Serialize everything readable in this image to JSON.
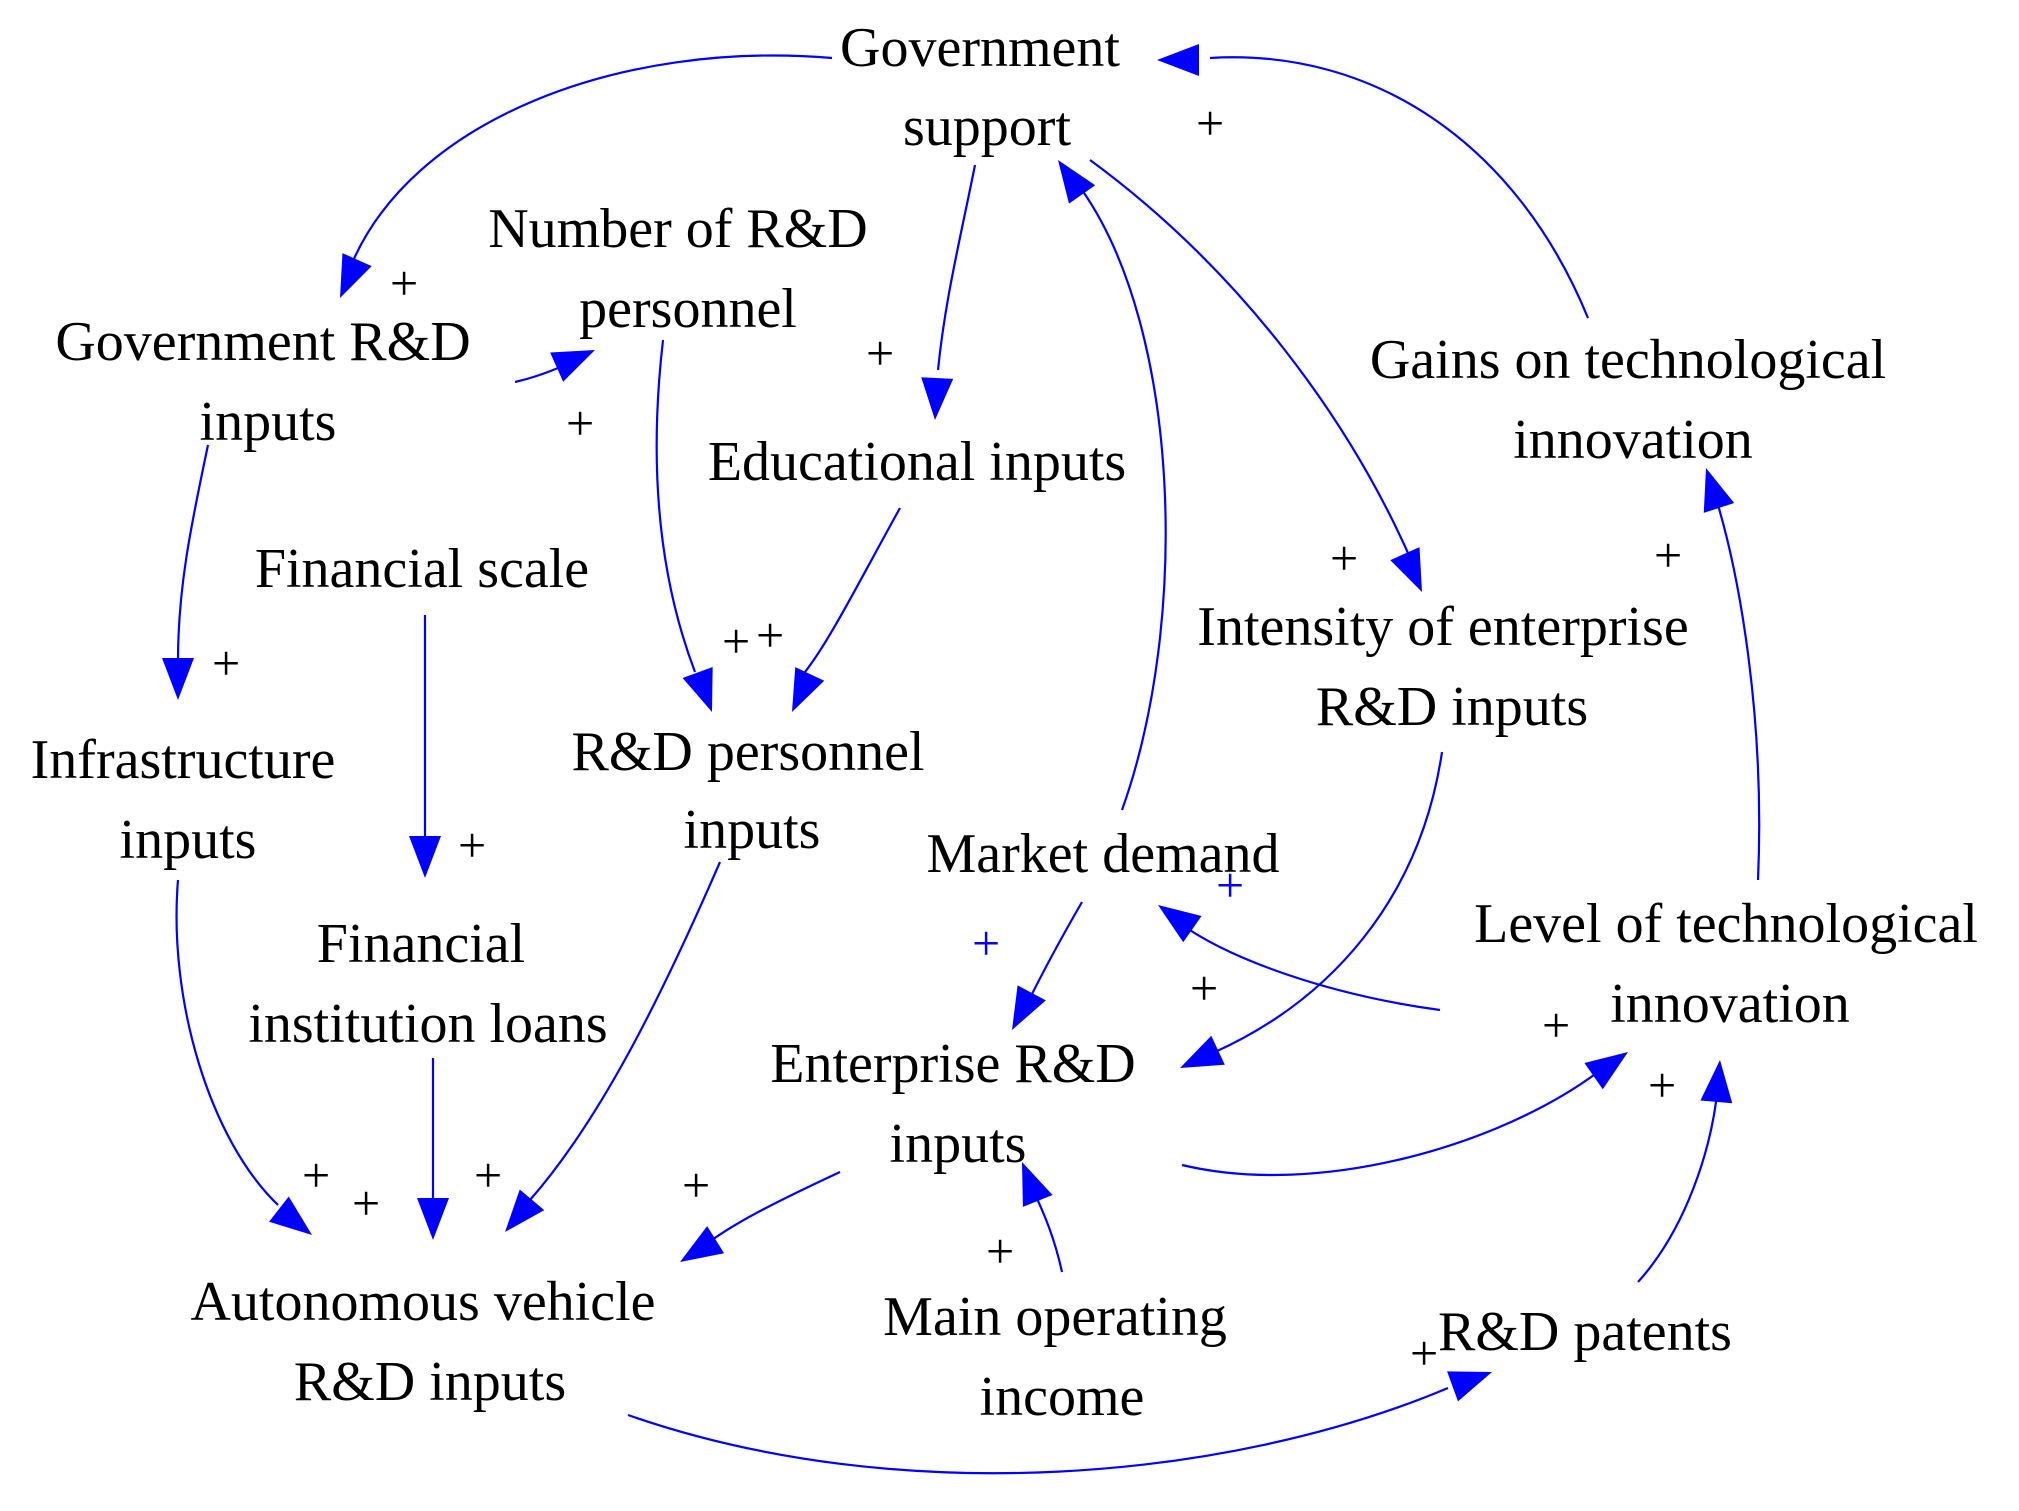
{
  "diagram": {
    "nodes": {
      "government_support": [
        "Government",
        "support"
      ],
      "government_rd_inputs": [
        "Government R&D",
        "inputs"
      ],
      "number_rd_personnel": [
        "Number of R&D",
        "personnel"
      ],
      "educational_inputs": [
        "Educational inputs"
      ],
      "financial_scale": [
        "Financial scale"
      ],
      "infrastructure_inputs": [
        "Infrastructure",
        "inputs"
      ],
      "rd_personnel_inputs": [
        "R&D personnel",
        "inputs"
      ],
      "market_demand": [
        "Market demand"
      ],
      "financial_institution_loans": [
        "Financial",
        "institution loans"
      ],
      "enterprise_rd_inputs": [
        "Enterprise R&D",
        "inputs"
      ],
      "intensity_enterprise_rd": [
        "Intensity of enterprise",
        "R&D inputs"
      ],
      "gains_tech_innovation": [
        "Gains on technological",
        "innovation"
      ],
      "level_tech_innovation": [
        "Level of technological",
        "innovation"
      ],
      "autonomous_vehicle_rd": [
        "Autonomous vehicle",
        "R&D inputs"
      ],
      "main_operating_income": [
        "Main operating",
        "income"
      ],
      "rd_patents": [
        "R&D patents"
      ]
    },
    "links": [
      {
        "from": "government_support",
        "to": "government_rd_inputs",
        "polarity": "+"
      },
      {
        "from": "gains_tech_innovation",
        "to": "government_support",
        "polarity": "+"
      },
      {
        "from": "government_support",
        "to": "educational_inputs",
        "polarity": "+"
      },
      {
        "from": "government_support",
        "to": "intensity_enterprise_rd",
        "polarity": "+"
      },
      {
        "from": "market_demand",
        "to": "government_support",
        "polarity": ""
      },
      {
        "from": "government_rd_inputs",
        "to": "number_rd_personnel",
        "polarity": "+"
      },
      {
        "from": "government_rd_inputs",
        "to": "infrastructure_inputs",
        "polarity": "+"
      },
      {
        "from": "number_rd_personnel",
        "to": "rd_personnel_inputs",
        "polarity": "+"
      },
      {
        "from": "educational_inputs",
        "to": "rd_personnel_inputs",
        "polarity": "+"
      },
      {
        "from": "financial_scale",
        "to": "financial_institution_loans",
        "polarity": "+"
      },
      {
        "from": "infrastructure_inputs",
        "to": "autonomous_vehicle_rd",
        "polarity": "+"
      },
      {
        "from": "financial_institution_loans",
        "to": "autonomous_vehicle_rd",
        "polarity": "+"
      },
      {
        "from": "rd_personnel_inputs",
        "to": "autonomous_vehicle_rd",
        "polarity": "+"
      },
      {
        "from": "enterprise_rd_inputs",
        "to": "autonomous_vehicle_rd",
        "polarity": "+"
      },
      {
        "from": "market_demand",
        "to": "enterprise_rd_inputs",
        "polarity": "+"
      },
      {
        "from": "intensity_enterprise_rd",
        "to": "enterprise_rd_inputs",
        "polarity": "+"
      },
      {
        "from": "level_tech_innovation",
        "to": "market_demand",
        "polarity": "+"
      },
      {
        "from": "main_operating_income",
        "to": "enterprise_rd_inputs",
        "polarity": "+"
      },
      {
        "from": "enterprise_rd_inputs",
        "to": "level_tech_innovation",
        "polarity": "+"
      },
      {
        "from": "rd_patents",
        "to": "level_tech_innovation",
        "polarity": "+"
      },
      {
        "from": "level_tech_innovation",
        "to": "gains_tech_innovation",
        "polarity": "+"
      },
      {
        "from": "autonomous_vehicle_rd",
        "to": "rd_patents",
        "polarity": "+"
      }
    ],
    "polarity_marks": {
      "plus": "+"
    },
    "colors": {
      "link": "#0000ff",
      "text": "#000000",
      "background": "#ffffff"
    }
  }
}
